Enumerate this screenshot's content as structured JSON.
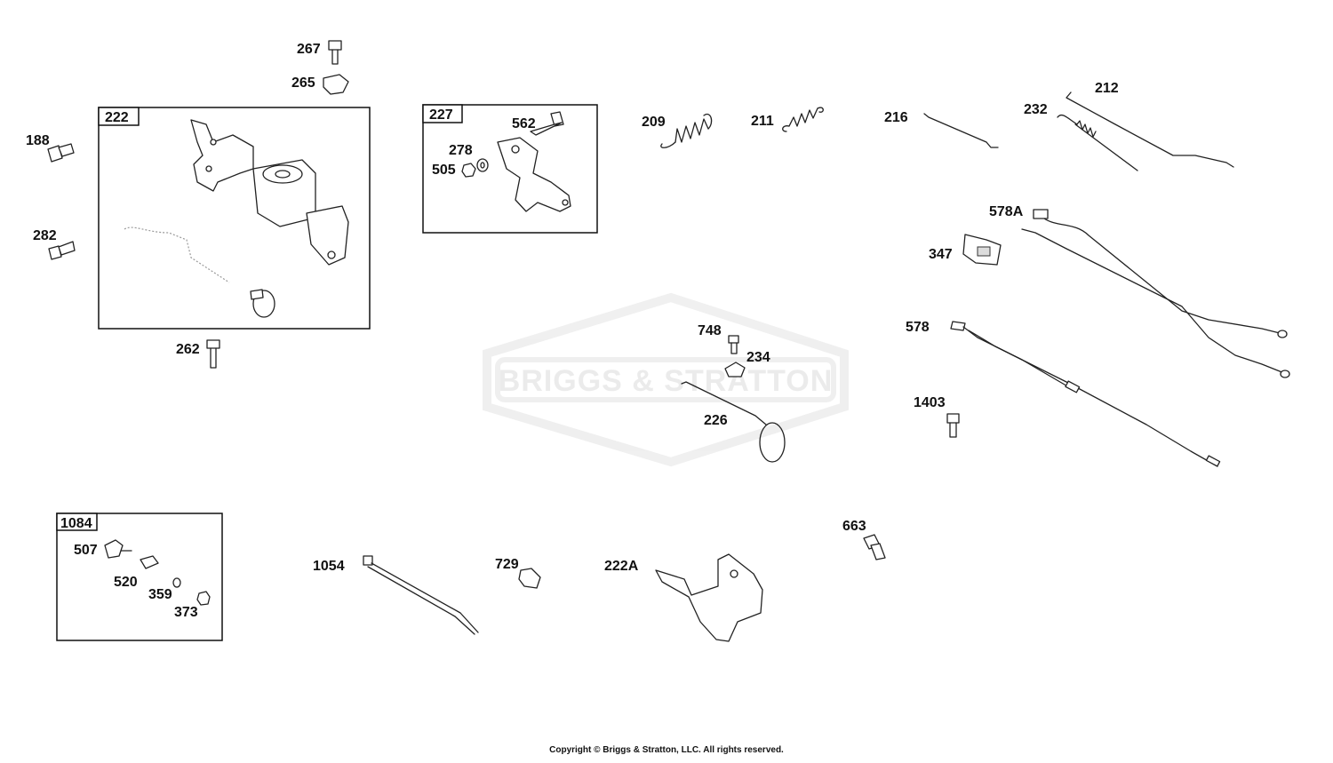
{
  "watermark": {
    "text": "BRIGGS & STRATTON"
  },
  "copyright": "Copyright © Briggs & Stratton, LLC. All rights reserved.",
  "boxes": [
    {
      "id": "222"
    },
    {
      "id": "227"
    },
    {
      "id": "1084"
    }
  ],
  "labels": [
    "267",
    "265",
    "188",
    "282",
    "262",
    "562",
    "278",
    "505",
    "209",
    "211",
    "216",
    "232",
    "212",
    "578A",
    "347",
    "578",
    "1403",
    "748",
    "234",
    "226",
    "507",
    "520",
    "359",
    "373",
    "1054",
    "729",
    "222A",
    "663"
  ],
  "colors": {
    "ink": "#111111",
    "watermark": "#dddddd"
  }
}
